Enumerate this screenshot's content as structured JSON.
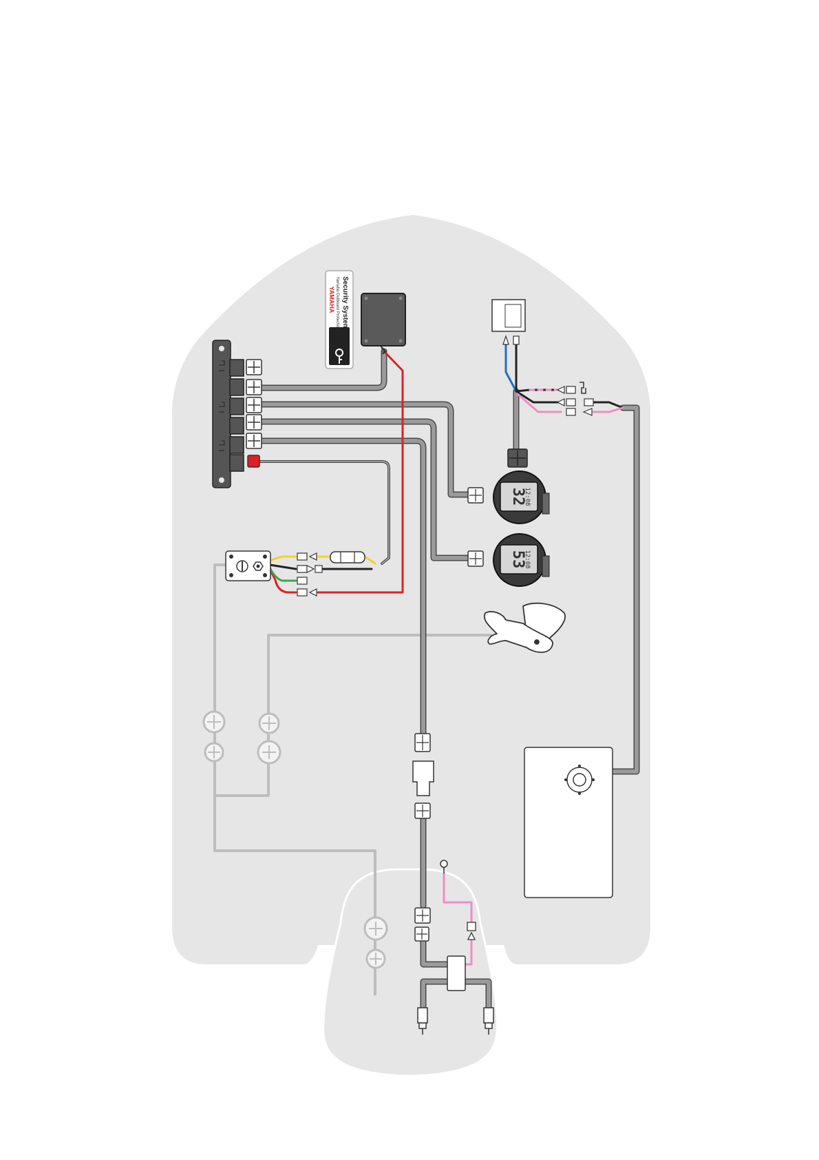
{
  "security_card": {
    "brand": "YAMAHA",
    "subtitle": "Yamaha Outboard Protection",
    "title": "Security System"
  },
  "gauges": [
    {
      "primary": "32",
      "secondary": "12:08"
    },
    {
      "primary": "53",
      "secondary": "12:08"
    }
  ],
  "colors": {
    "hull": "#e6e6e6",
    "harness": "#9a9a9a",
    "signal_red": "#e01f26",
    "signal_yellow": "#f2d22b",
    "signal_green": "#3aa64b",
    "signal_blue": "#1f6fc0",
    "signal_pink": "#f08cc4",
    "thin_line": "#bdbdbd"
  },
  "icons": [
    "hub-connector-icon",
    "keyswitch-icon",
    "gauge-icon",
    "throttle-lever-icon",
    "fuel-tank-icon",
    "battery-switch-icon",
    "grommet-icon",
    "fuse-icon",
    "ring-terminal-icon"
  ]
}
